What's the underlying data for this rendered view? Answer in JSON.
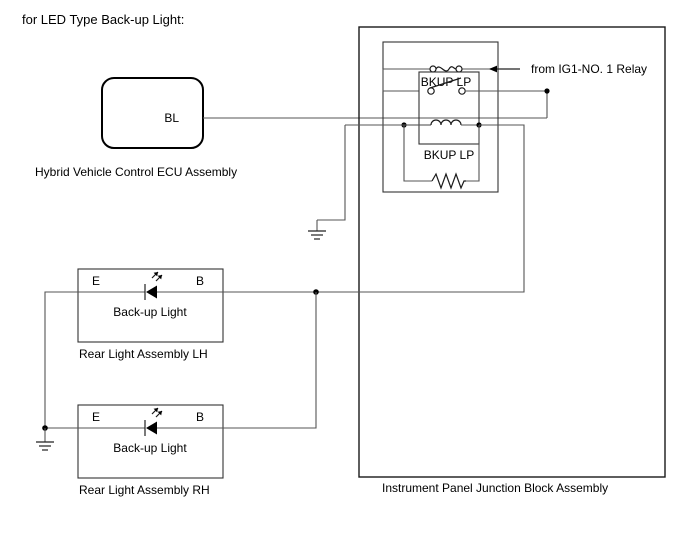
{
  "title": "for LED Type Back-up Light:",
  "ecu": {
    "label": "Hybrid Vehicle Control ECU Assembly",
    "terminal": "BL"
  },
  "junction_block": {
    "label": "Instrument Panel Junction Block Assembly",
    "fuse": {
      "name": "BKUP LP",
      "icon": "fuse-icon"
    },
    "relay": {
      "name": "BKUP LP",
      "switch_icon": "relay-switch-icon",
      "coil_icon": "relay-coil-icon"
    },
    "resistor": {
      "icon": "resistor-icon"
    },
    "source": {
      "label": "from IG1-NO. 1 Relay",
      "arrow_icon": "arrow-left-icon"
    }
  },
  "rear_light_lh": {
    "label": "Rear Light Assembly LH",
    "component": "Back-up Light",
    "terminal_left": "E",
    "terminal_right": "B",
    "led_icon": "led-diode-icon"
  },
  "rear_light_rh": {
    "label": "Rear Light Assembly RH",
    "component": "Back-up Light",
    "terminal_left": "E",
    "terminal_right": "B",
    "led_icon": "led-diode-icon"
  },
  "grounds": [
    {
      "name": "ground-junction-block",
      "icon": "ground-icon"
    },
    {
      "name": "ground-rear-lights",
      "icon": "ground-icon"
    }
  ],
  "colors": {
    "background": "#ffffff",
    "line": "#555555",
    "box_outline": "#1a1a1a",
    "text": "#000000"
  }
}
